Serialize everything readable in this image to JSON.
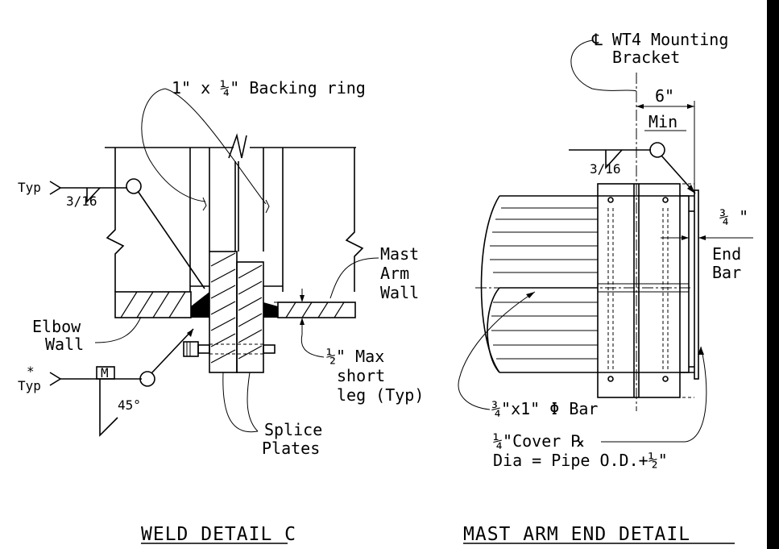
{
  "weld_detail": {
    "title": "WELD DETAIL C",
    "backing_ring": "1\" x ¼\" Backing ring",
    "typ_top": "Typ",
    "weld_size_top": "3/16",
    "mast_arm_wall": [
      "Mast",
      "Arm",
      "Wall"
    ],
    "elbow_wall": [
      "Elbow",
      "Wall"
    ],
    "max_short_leg": [
      "½\" Max",
      "short",
      "leg (Typ)"
    ],
    "typ_bottom": "Typ",
    "asterisk": "*",
    "weld_flag": "M",
    "angle": "45°",
    "splice_plates": [
      "Splice",
      "Plates"
    ]
  },
  "end_detail": {
    "title": "MAST ARM END DETAIL",
    "bracket": [
      "℄ WT4 Mounting",
      "Bracket"
    ],
    "dim_6": "6\"",
    "dim_min": "Min",
    "weld_size": "3/16",
    "dim_three_quarter": "¾ \"",
    "end_bar": [
      "End",
      "Bar"
    ],
    "bar_label": "¾\"x1\" Φ Bar",
    "cover_plate": "¼\"Cover ℞",
    "dia_formula": "Dia = Pipe O.D.+½\""
  }
}
